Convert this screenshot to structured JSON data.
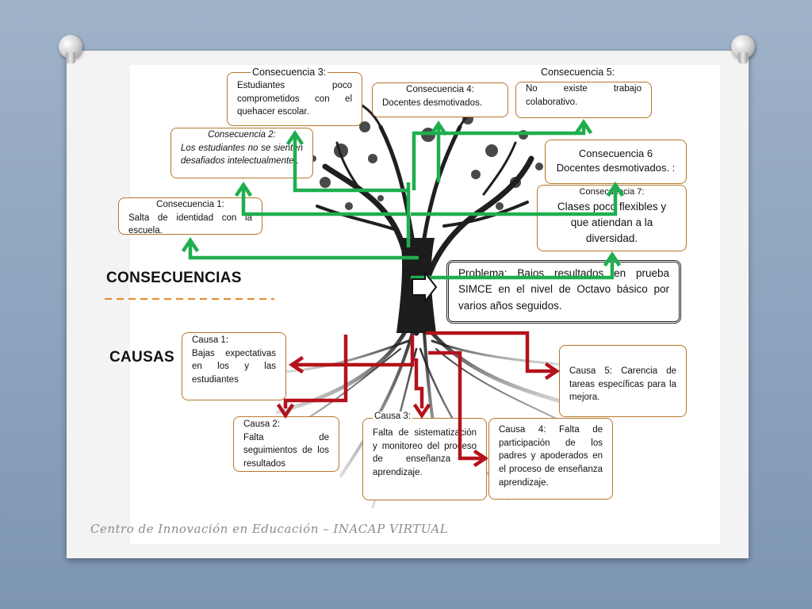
{
  "headings": {
    "consecuencias": "CONSECUENCIAS",
    "causas": "CAUSAS"
  },
  "problem": "Problema: Bajos resultados en prueba SIMCE en el nivel de Octavo básico por varios años seguidos.",
  "consequences": {
    "c1": {
      "title": "Consecuencia 1:",
      "text": "Salta de identidad con la escuela."
    },
    "c2": {
      "title": "Consecuencia 2:",
      "text": "Los estudiantes no se sienten desafiados intelectualmente ."
    },
    "c3": {
      "title": "Consecuencia 3:",
      "text": "Estudiantes poco comprometidos con el quehacer escolar."
    },
    "c4": {
      "title": "Consecuencia 4:",
      "text": "Docentes desmotivados."
    },
    "c5": {
      "title": "Consecuencia 5:",
      "text": "No existe trabajo colaborativo."
    },
    "c6": {
      "title": "Consecuencia 6",
      "text": "Docentes desmotivados. :"
    },
    "c7": {
      "title": "Consecuencia 7:",
      "text": "Clases poco flexibles y que atiendan a la diversidad."
    }
  },
  "causes": {
    "k1": {
      "title": "Causa 1:",
      "text": "Bajas expectativas en los y las estudiantes"
    },
    "k2": {
      "title": "Causa 2:",
      "text": "Falta de seguimientos de los resultados"
    },
    "k3": {
      "title": "Causa 3:",
      "text": "Falta de sistematización y monitoreo del proceso de enseñanza - aprendizaje."
    },
    "k4": {
      "text": "Causa 4: Falta de participación de los padres y apoderados en el proceso de enseñanza aprendizaje."
    },
    "k5": {
      "text": "Causa 5: Carencia de tareas específicas para la mejora."
    }
  },
  "footer": "Centro de Innovación en Educación – INACAP VIRTUAL",
  "colors": {
    "consequence_arrows": "#1fae4e",
    "cause_arrows": "#b3121b",
    "box_border": "#b5782a",
    "divider": "#e8872a"
  }
}
